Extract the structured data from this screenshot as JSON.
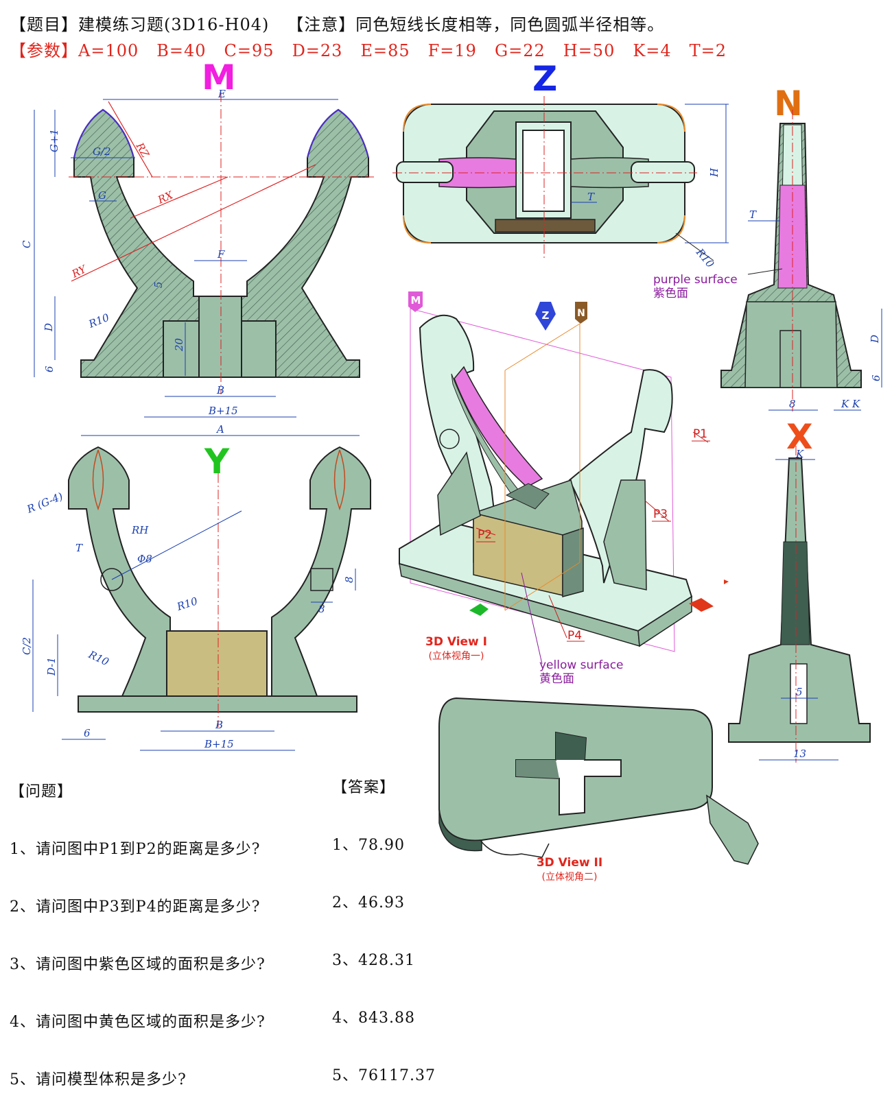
{
  "header": {
    "title_tag": "【题目】",
    "title": "建模练习题(3D16-H04)",
    "note_tag": "【注意】",
    "note": "同色短线长度相等，同色圆弧半径相等。",
    "param_tag": "【参数】",
    "params": [
      "A=100",
      "B=40",
      "C=95",
      "D=23",
      "E=85",
      "F=19",
      "G=22",
      "H=50",
      "K=4",
      "T=2"
    ]
  },
  "views": {
    "M": "M",
    "Z": "Z",
    "N": "N",
    "Y": "Y",
    "X": "X"
  },
  "dims": {
    "E": "E",
    "G1": "G+1",
    "G2": "G/2",
    "G": "G",
    "RZ": "RZ",
    "RX": "RX",
    "RY": "RY",
    "F": "F",
    "C": "C",
    "D": "D",
    "six": "6",
    "five": "5",
    "twenty": "20",
    "R10": "R10",
    "B": "B",
    "B15": "B+15",
    "A": "A",
    "H": "H",
    "T": "T",
    "K": "K",
    "eight": "8",
    "RG4": "R (G-4)",
    "RH": "RH",
    "phi8": "Φ8",
    "C2": "C/2",
    "D1": "D-1",
    "thirteen": "13"
  },
  "iso": {
    "tags": {
      "M": "M",
      "Z": "Z",
      "N": "N"
    },
    "points": [
      "P1",
      "P2",
      "P3",
      "P4"
    ],
    "purple_en": "purple surface",
    "purple_zh": "紫色面",
    "yellow_en": "yellow surface",
    "yellow_zh": "黄色面",
    "view1_en": "3D View I",
    "view1_zh": "(立体视角一)",
    "view2_en": "3D View II",
    "view2_zh": "(立体视角二)"
  },
  "questions": {
    "title": "【问题】",
    "items": [
      "1、请问图中P1到P2的距离是多少?",
      "2、请问图中P3到P4的距离是多少?",
      "3、请问图中紫色区域的面积是多少?",
      "4、请问图中黄色区域的面积是多少?",
      "5、请问模型体积是多少?"
    ]
  },
  "answers": {
    "title": "【答案】",
    "items": [
      "1、78.90",
      "2、46.93",
      "3、428.31",
      "4、843.88",
      "5、76117.37"
    ]
  },
  "colors": {
    "body": "#9cbfa8",
    "body_light": "#d8f3e6",
    "purple": "#e77be0",
    "yellow": "#c9bd82",
    "dim_blue": "#1a3fb0",
    "center_red": "#d22",
    "m_label": "#f21ee0",
    "z_label": "#1526e6",
    "n_label": "#e06f12",
    "y_label": "#21c41f",
    "x_label": "#ee4e1a"
  }
}
